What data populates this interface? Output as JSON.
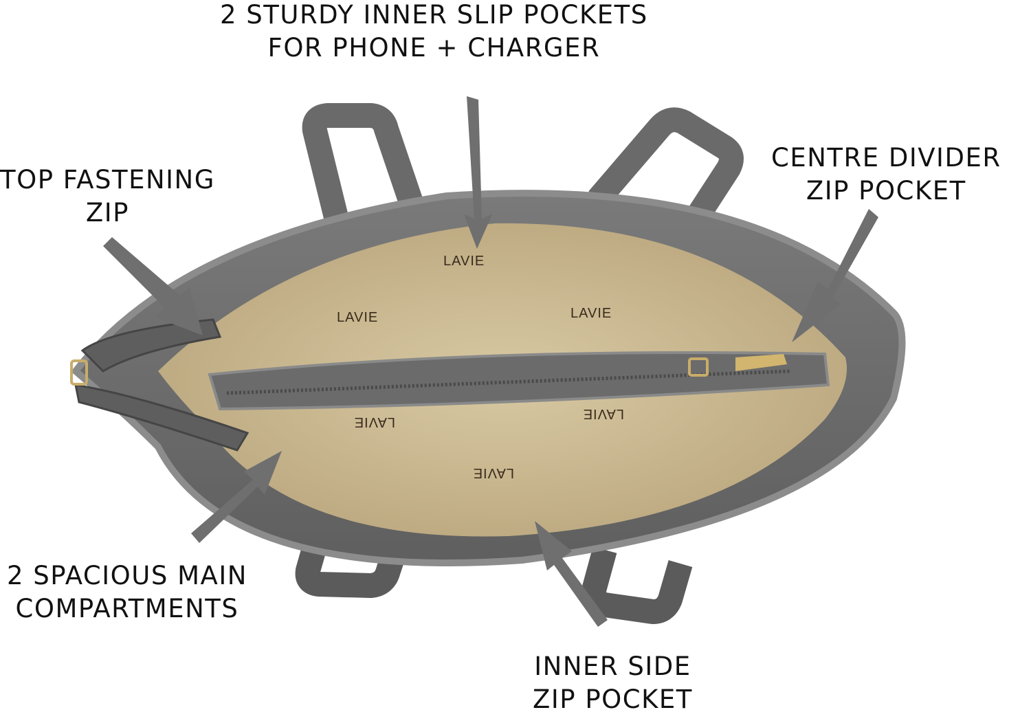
{
  "callouts": {
    "slip_pockets": [
      "2 STURDY INNER SLIP POCKETS",
      "FOR PHONE + CHARGER"
    ],
    "top_zip": [
      "TOP FASTENING",
      "ZIP"
    ],
    "centre_divider": [
      "CENTRE DIVIDER",
      "ZIP POCKET"
    ],
    "main_compartments": [
      "2 SPACIOUS MAIN",
      "COMPARTMENTS"
    ],
    "inner_side": [
      "INNER SIDE",
      "ZIP POCKET"
    ]
  },
  "lining_brand": "LAVIE",
  "colors": {
    "bag_body": "#6e6e6e",
    "bag_edge": "#8c8c8c",
    "lining": "#c9b891",
    "arrow": "#6f6f6f",
    "text": "#111111"
  }
}
